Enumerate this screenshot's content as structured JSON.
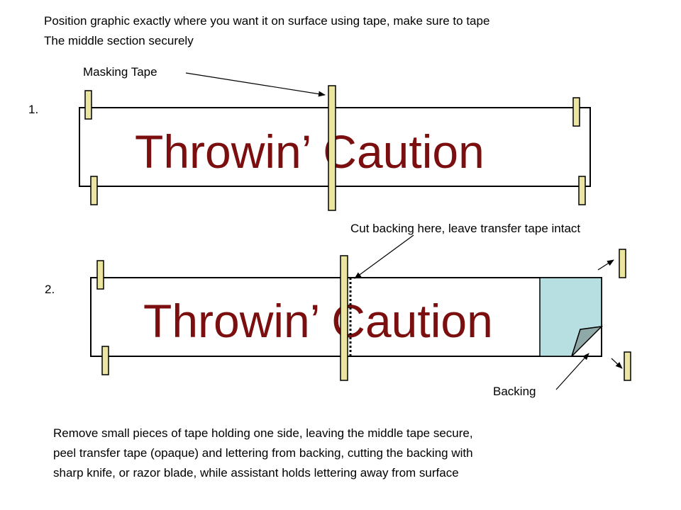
{
  "instructions": {
    "top_line1": "Position graphic exactly where you want it on surface using tape, make sure to tape",
    "top_line2": "The middle section securely",
    "bottom_line1": "Remove small pieces of tape holding one side, leaving the middle tape secure,",
    "bottom_line2": "peel transfer tape (opaque) and lettering from backing, cutting the backing with",
    "bottom_line3": "sharp knife, or razor blade, while assistant holds lettering away from surface"
  },
  "step1": {
    "number": "1.",
    "banner_text": "Throwin’ Caution",
    "label_masking_tape": "Masking Tape"
  },
  "step2": {
    "number": "2.",
    "banner_text": "Throwin’ Caution",
    "label_cut": "Cut backing here, leave transfer tape intact",
    "label_backing": "Backing"
  },
  "colors": {
    "lettering": "#7b0e0e",
    "tape": "#ece5a0",
    "backing": "#b7dee0",
    "backing_fold": "#8fa8a8"
  }
}
